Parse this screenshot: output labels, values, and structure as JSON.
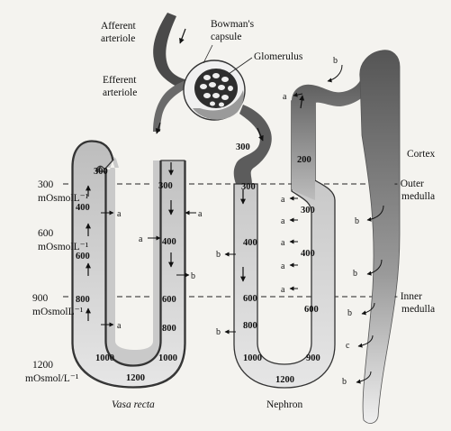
{
  "labels": {
    "afferent": [
      "Afferent",
      "arteriole"
    ],
    "efferent": [
      "Efferent",
      "arteriole"
    ],
    "bowmans": [
      "Bowman's",
      "capsule"
    ],
    "glomerulus": "Glomerulus",
    "cortex": "Cortex",
    "outer_medulla": [
      "- Outer",
      "medulla"
    ],
    "inner_medulla": [
      "- Inner",
      "medulla"
    ],
    "vasa_recta": "Vasa recta",
    "nephron": "Nephron"
  },
  "osmolarity_scale": [
    {
      "value": "300",
      "unit": "mOsmolL⁻¹"
    },
    {
      "value": "600",
      "unit": "mOsmolL⁻¹"
    },
    {
      "value": "900",
      "unit": "mOsmolL⁻¹"
    },
    {
      "value": "1200",
      "unit": "mOsmol/L⁻¹"
    }
  ],
  "vasa_recta_values": {
    "descending": [
      "300",
      "400",
      "600",
      "800",
      "1000"
    ],
    "bottom": "1200",
    "ascending": [
      "300",
      "400",
      "600",
      "800",
      "1000"
    ]
  },
  "nephron_values": {
    "proximal": "300",
    "descending": [
      "300",
      "400",
      "600",
      "800",
      "1000"
    ],
    "bottom": "1200",
    "ascending": [
      "200",
      "300",
      "400",
      "600",
      "900"
    ]
  },
  "markers": {
    "a": "a",
    "b": "b",
    "c": "c"
  }
}
